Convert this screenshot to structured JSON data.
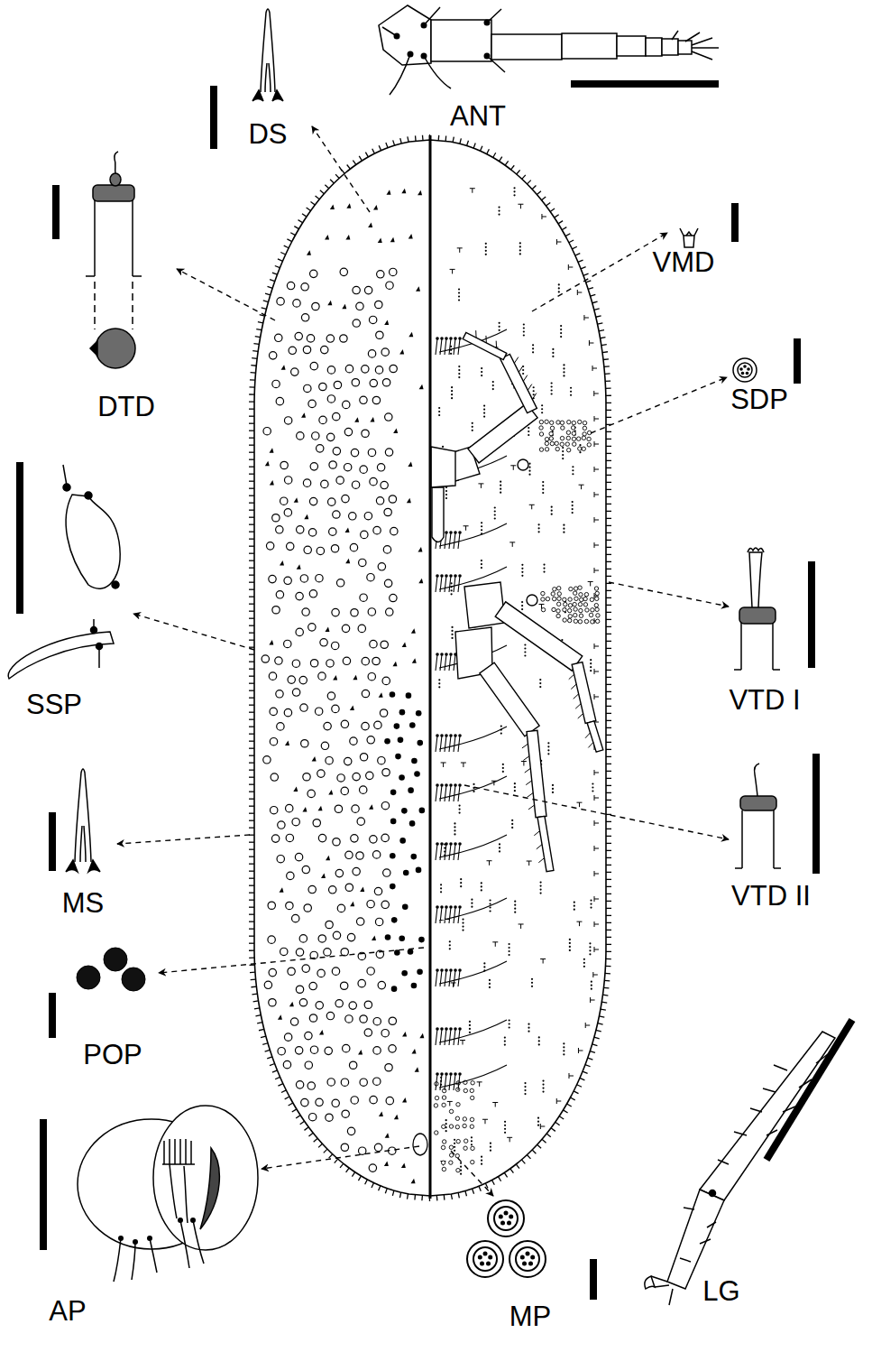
{
  "diagram": {
    "labels": [
      "ANT",
      "DS",
      "VMD",
      "SDP",
      "DTD",
      "VTD I",
      "SSP",
      "VTD II",
      "MS",
      "POP",
      "LG",
      "AP",
      "MP"
    ]
  }
}
